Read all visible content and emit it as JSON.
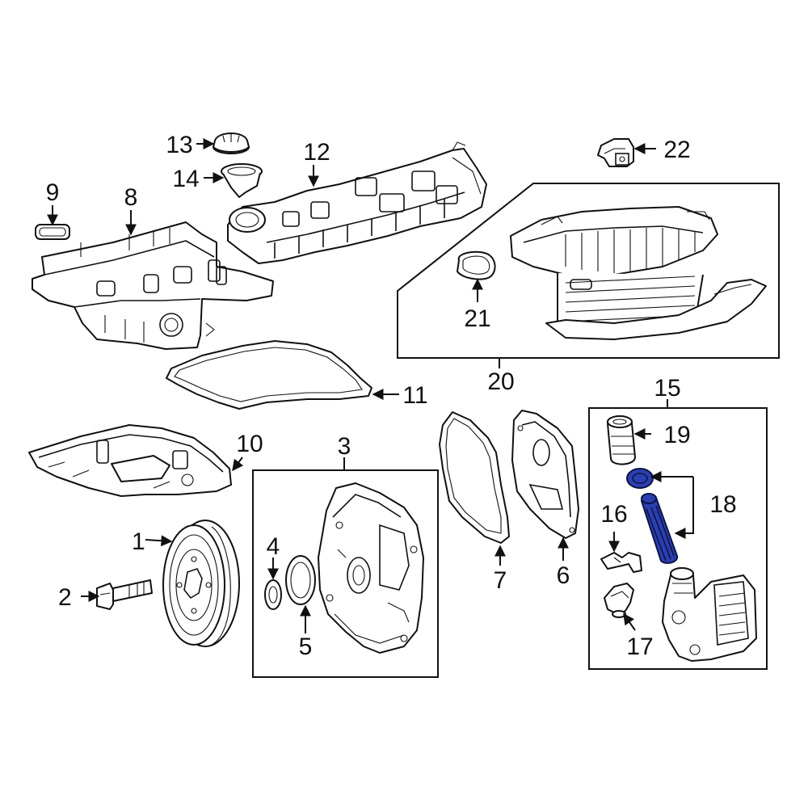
{
  "diagram": {
    "callouts": {
      "c1": "1",
      "c2": "2",
      "c3": "3",
      "c4": "4",
      "c5": "5",
      "c6": "6",
      "c7": "7",
      "c8": "8",
      "c9": "9",
      "c10": "10",
      "c11": "11",
      "c12": "12",
      "c13": "13",
      "c14": "14",
      "c15": "15",
      "c16": "16",
      "c17": "17",
      "c18": "18",
      "c19": "19",
      "c20": "20",
      "c21": "21",
      "c22": "22"
    },
    "colors": {
      "line": "#111111",
      "background": "#ffffff",
      "highlight": "#2b3fb0"
    },
    "highlighted_parts": [
      "18"
    ]
  }
}
